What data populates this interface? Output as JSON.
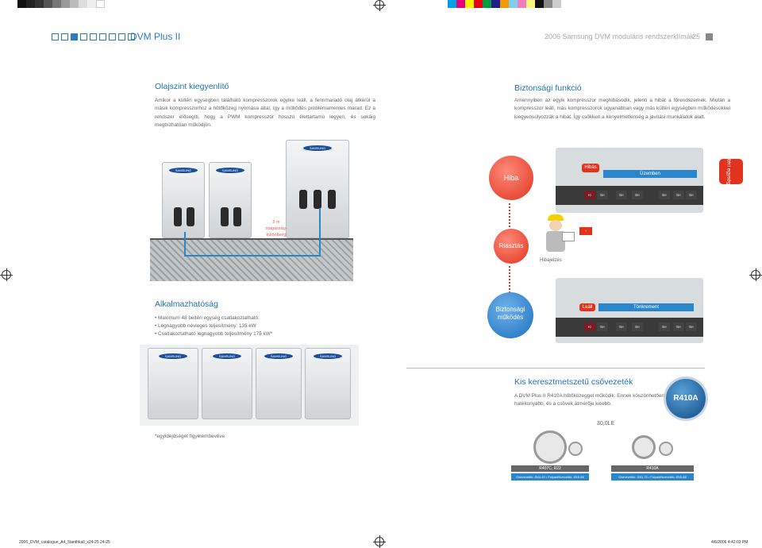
{
  "header": {
    "product": "DVM Plus II",
    "right_title": "2006 Samsung DVM moduláris rendszerklímák",
    "page_number": "25"
  },
  "oil": {
    "title": "Olajszint kiegyenlítő",
    "body": "Amikor a kültéri egységben található kompresszorok egyike leáll, a fennmaradó olaj átkerül a másik kompresszorhoz a hűtőközeg nyomása által, így a működés problémamentes marad. Ez a rendszer elősegíti, hogy a PWM kompresszor hosszú élettartamú legyen, és sokáig megbízhatóan működjön.",
    "height_label": "5 m magasság-különbség"
  },
  "safety": {
    "title": "Biztonsági funkció",
    "body": "Amennyiben az egyik kompresszor meghibásodik, jelenti a hibát a főrendszernek. Miután a kompresszor leáll, más kompresszorok ugyanabban vagy más kültéri egységben működésükkel kiegyensúlyozzák a hibát. Így csökken a kényelmetlenség a javítási munkálatok alatt.",
    "side_label": "Kültéri egységek",
    "fault": "Hiba",
    "faulty": "Hibás",
    "running": "Üzemben",
    "alarm": "Riasztás",
    "error_report": "Hibajelzés",
    "safe_op": "Biztonsági működés",
    "stopped": "Leáll",
    "backup": "Tönkrement",
    "ki": "Ki",
    "be": "Be"
  },
  "apply": {
    "title": "Alkalmazhatóság",
    "items": [
      "Maximum 48 beltéri egység csatlakoztatható.",
      "Legnagyobb névleges teljesítmény: 135 kW",
      "Csatlakoztatható legnagyobb teljesítmény 175 kW*"
    ],
    "footnote": "*egyidejűséget figyelembevéve"
  },
  "pipe": {
    "title": "Kis keresztmetszetű csővezeték",
    "body": "A DVM Plus II R410A hűtőközeggel működik. Ennek köszönhetően hatékonyabb, és a csövek átmérője kisebb.",
    "badge": "R410A",
    "diff": "30,0LE",
    "left_ref": "R407C, R22",
    "left_specs": "Gázvezeték: Ø44.45 • Folyadékvezeték: Ø15.88",
    "right_ref": "R410A",
    "right_specs": "Gázvezeték: Ø31.75 • Folyadékvezeték: Ø15.88"
  },
  "samsung": "SAMSUNG",
  "footer": {
    "left": "2006_DVM_catalogue_A4_5tanthkall_x24-25  24-25",
    "right": "4/6/2006   4:42:03 PM"
  },
  "colors": {
    "accent": "#2b7cc0",
    "alarm_red": "#e0341f"
  }
}
